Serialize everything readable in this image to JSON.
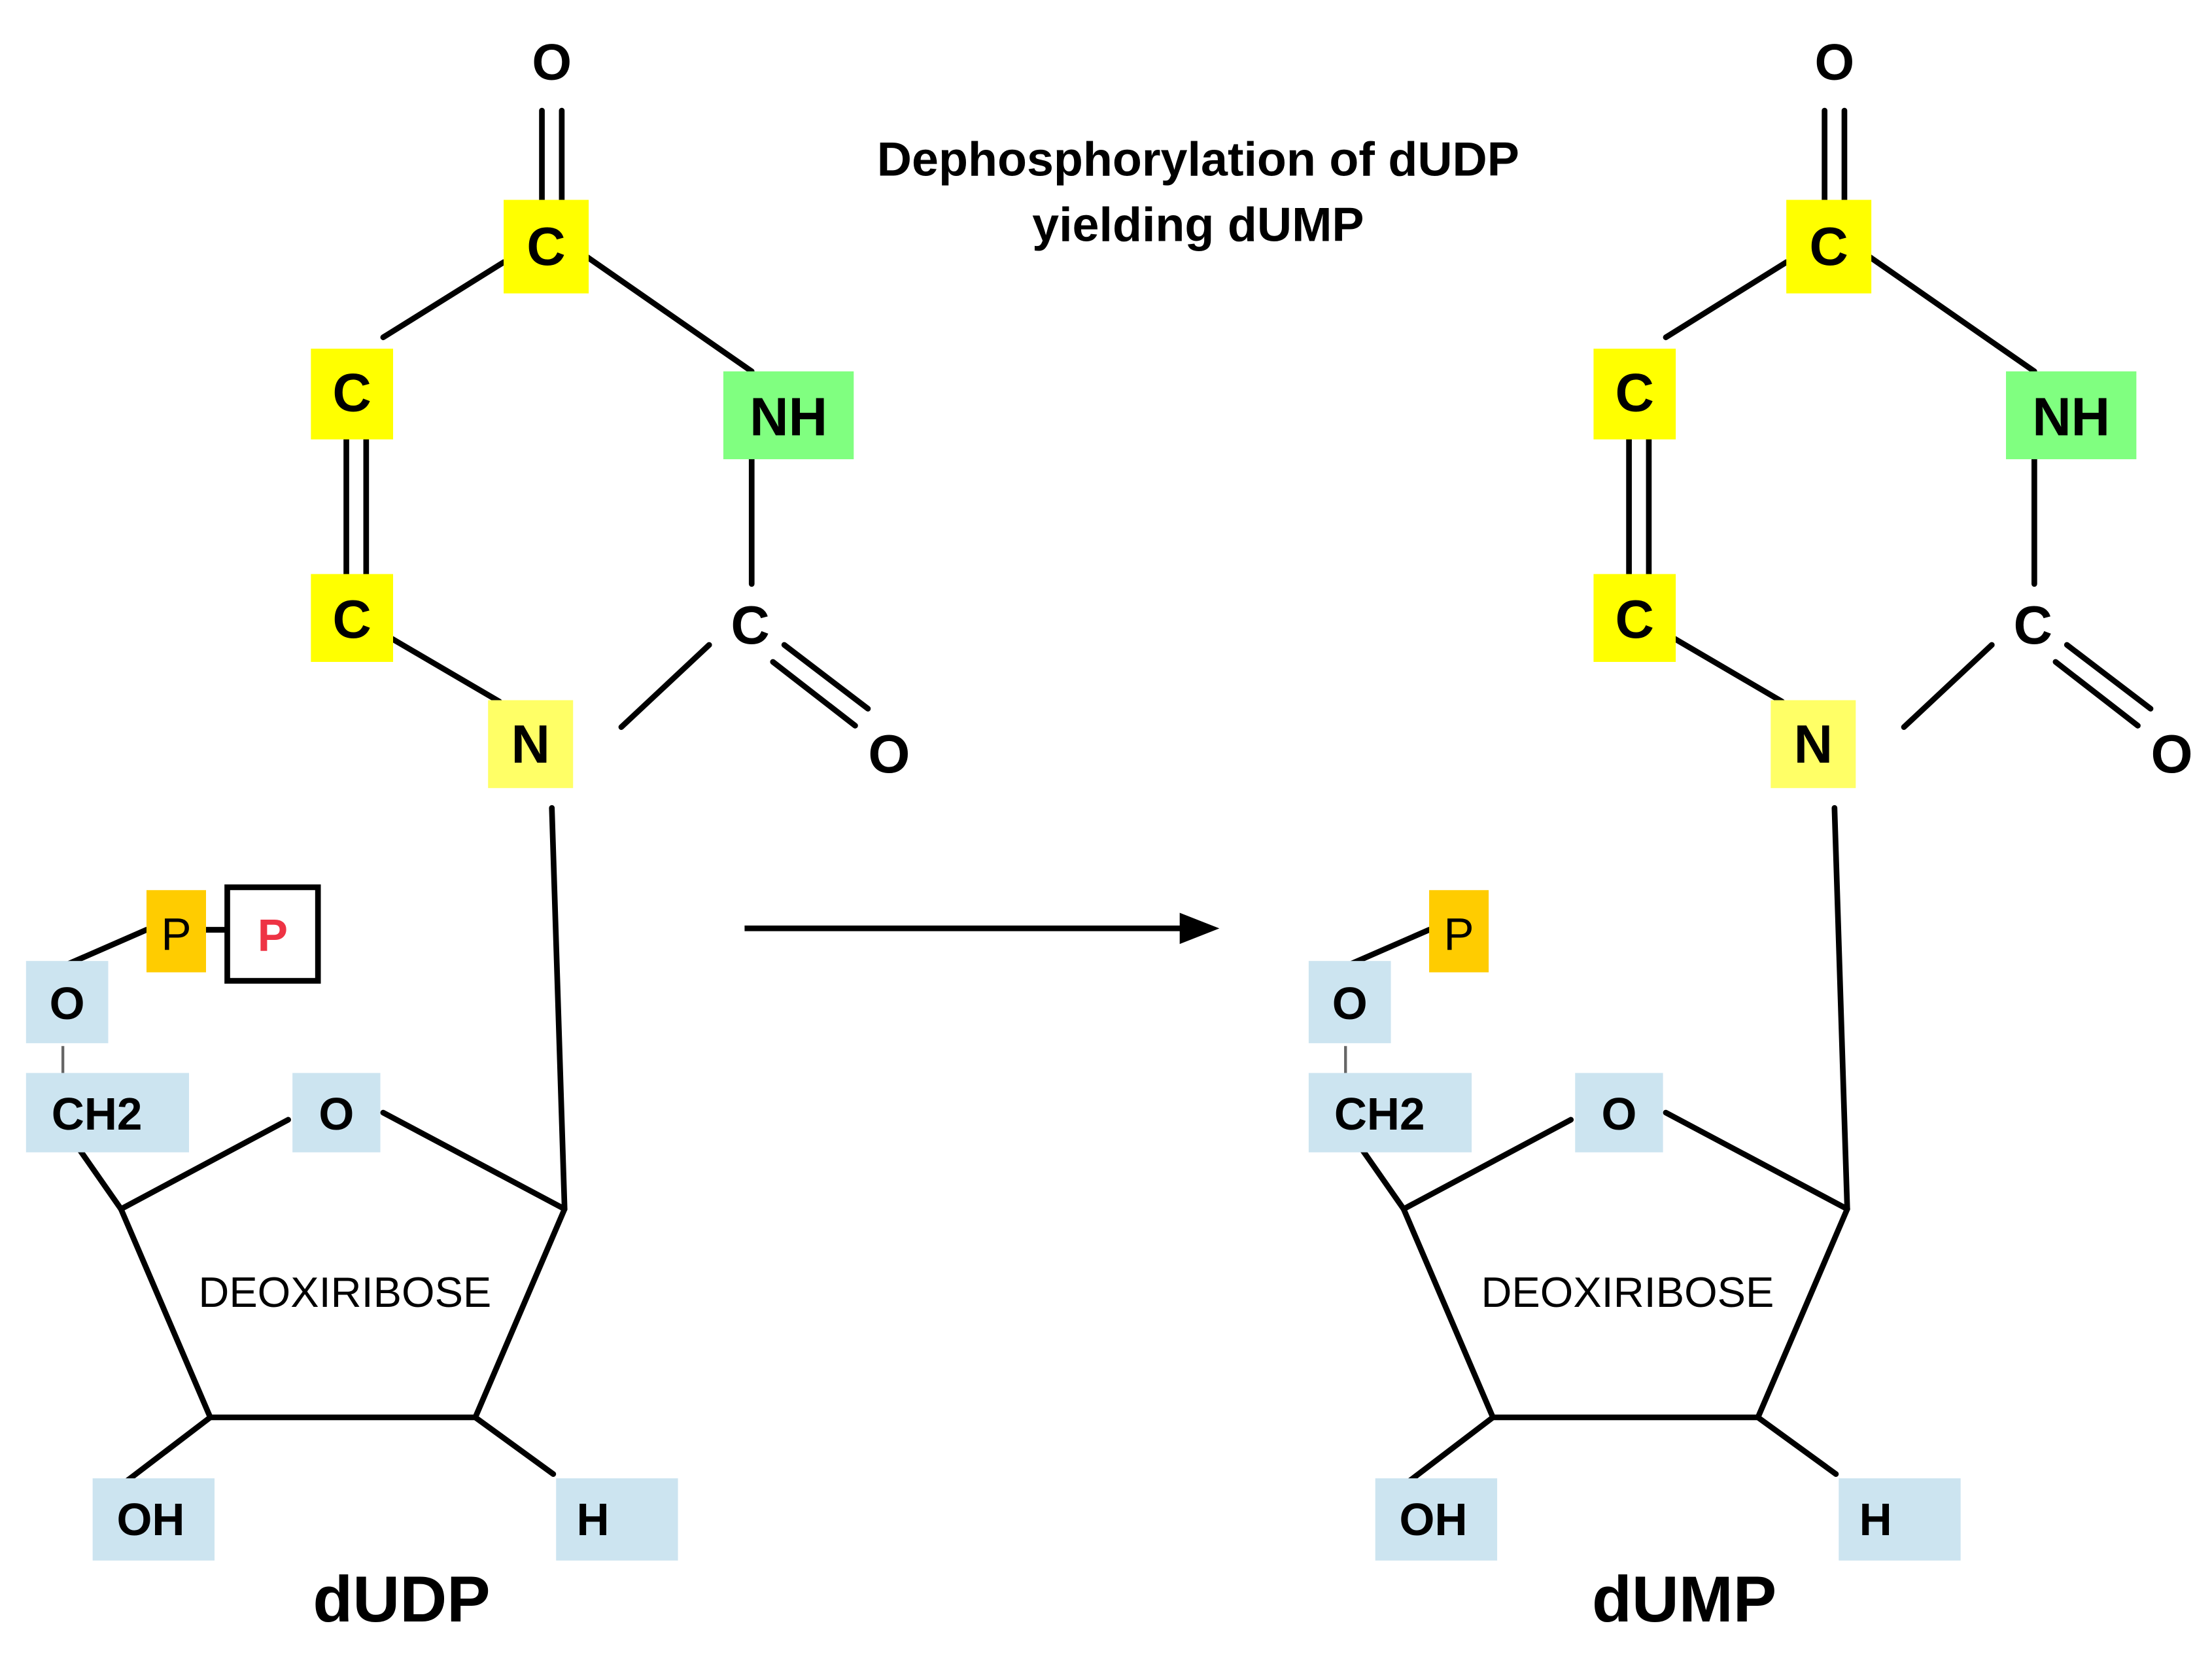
{
  "title": {
    "line1": "Dephosphorylation of dUDP",
    "line2": "yielding dUMP"
  },
  "colors": {
    "carbon": "#ffff00",
    "nitrogen_ring": "#ffff66",
    "nh": "#80ff80",
    "sugar": "#cce4f0",
    "phosphate": "#ffcc00",
    "removed_phosphate_text": "#ee3344",
    "line": "#000000"
  },
  "molecules": [
    {
      "name": "dUDP",
      "ring_top_o": "O",
      "ring_c4": "C",
      "ring_c5": "C",
      "ring_c6": "C",
      "ring_n3": "NH",
      "ring_c2": "C",
      "ring_c2_o": "O",
      "ring_n1": "N",
      "phosphate_1": "P",
      "phosphate_2": "P",
      "ester_o": "O",
      "ch2": "CH2",
      "sugar_ring_o": "O",
      "sugar_label": "DEOXIRIBOSE",
      "oh": "OH",
      "h": "H"
    },
    {
      "name": "dUMP",
      "ring_top_o": "O",
      "ring_c4": "C",
      "ring_c5": "C",
      "ring_c6": "C",
      "ring_n3": "NH",
      "ring_c2": "C",
      "ring_c2_o": "O",
      "ring_n1": "N",
      "phosphate_1": "P",
      "ester_o": "O",
      "ch2": "CH2",
      "sugar_ring_o": "O",
      "sugar_label": "DEOXIRIBOSE",
      "oh": "OH",
      "h": "H"
    }
  ]
}
